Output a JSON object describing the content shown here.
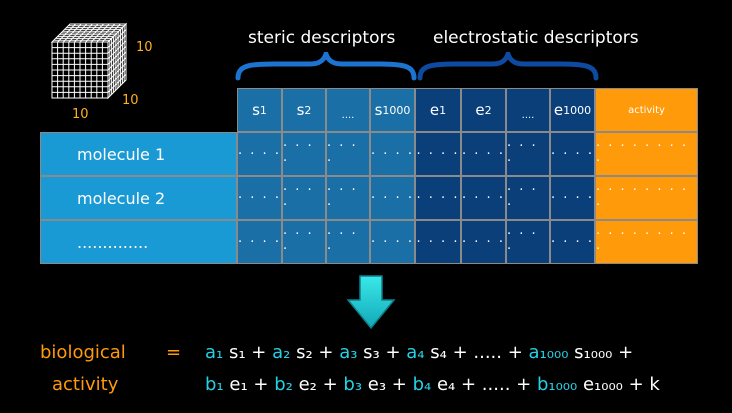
{
  "cube": {
    "dims": [
      "10",
      "10",
      "10"
    ]
  },
  "groups": {
    "steric": "steric descriptors",
    "electrostatic": "electrostatic descriptors"
  },
  "columns": {
    "s1": "s",
    "s1_sub": "1",
    "s2": "s",
    "s2_sub": "2",
    "s_ell": "....",
    "s1000": "s",
    "s1000_sub": "1000",
    "e1": "e",
    "e1_sub": "1",
    "e2": "e",
    "e2_sub": "2",
    "e_ell": "....",
    "e1000": "e",
    "e1000_sub": "1000",
    "activity": "activity"
  },
  "rows": [
    "molecule 1",
    "molecule 2",
    ".............."
  ],
  "cell_dots": "· · · ·",
  "activity_dots": "· · · · · · · · ·",
  "equation": {
    "lhs1": "biological",
    "lhs2": "activity",
    "equals": "=",
    "line1": "a₁ s₁ + a₂ s₂ + a₃ s₃ + a₄ s₄ + ..... + a₁₀₀₀ s₁₀₀₀ +",
    "line2": "b₁ e₁ + b₂ e₂ + b₃ e₃ + b₄ e₄ + ..... + b₁₀₀₀ e₁₀₀₀ + k"
  },
  "colors": {
    "steric": "#1a6fa6",
    "electrostatic": "#0b3f7a",
    "activity": "#ff9a0a",
    "row_label": "#1a9ad4",
    "coef": "#24d2e6"
  }
}
